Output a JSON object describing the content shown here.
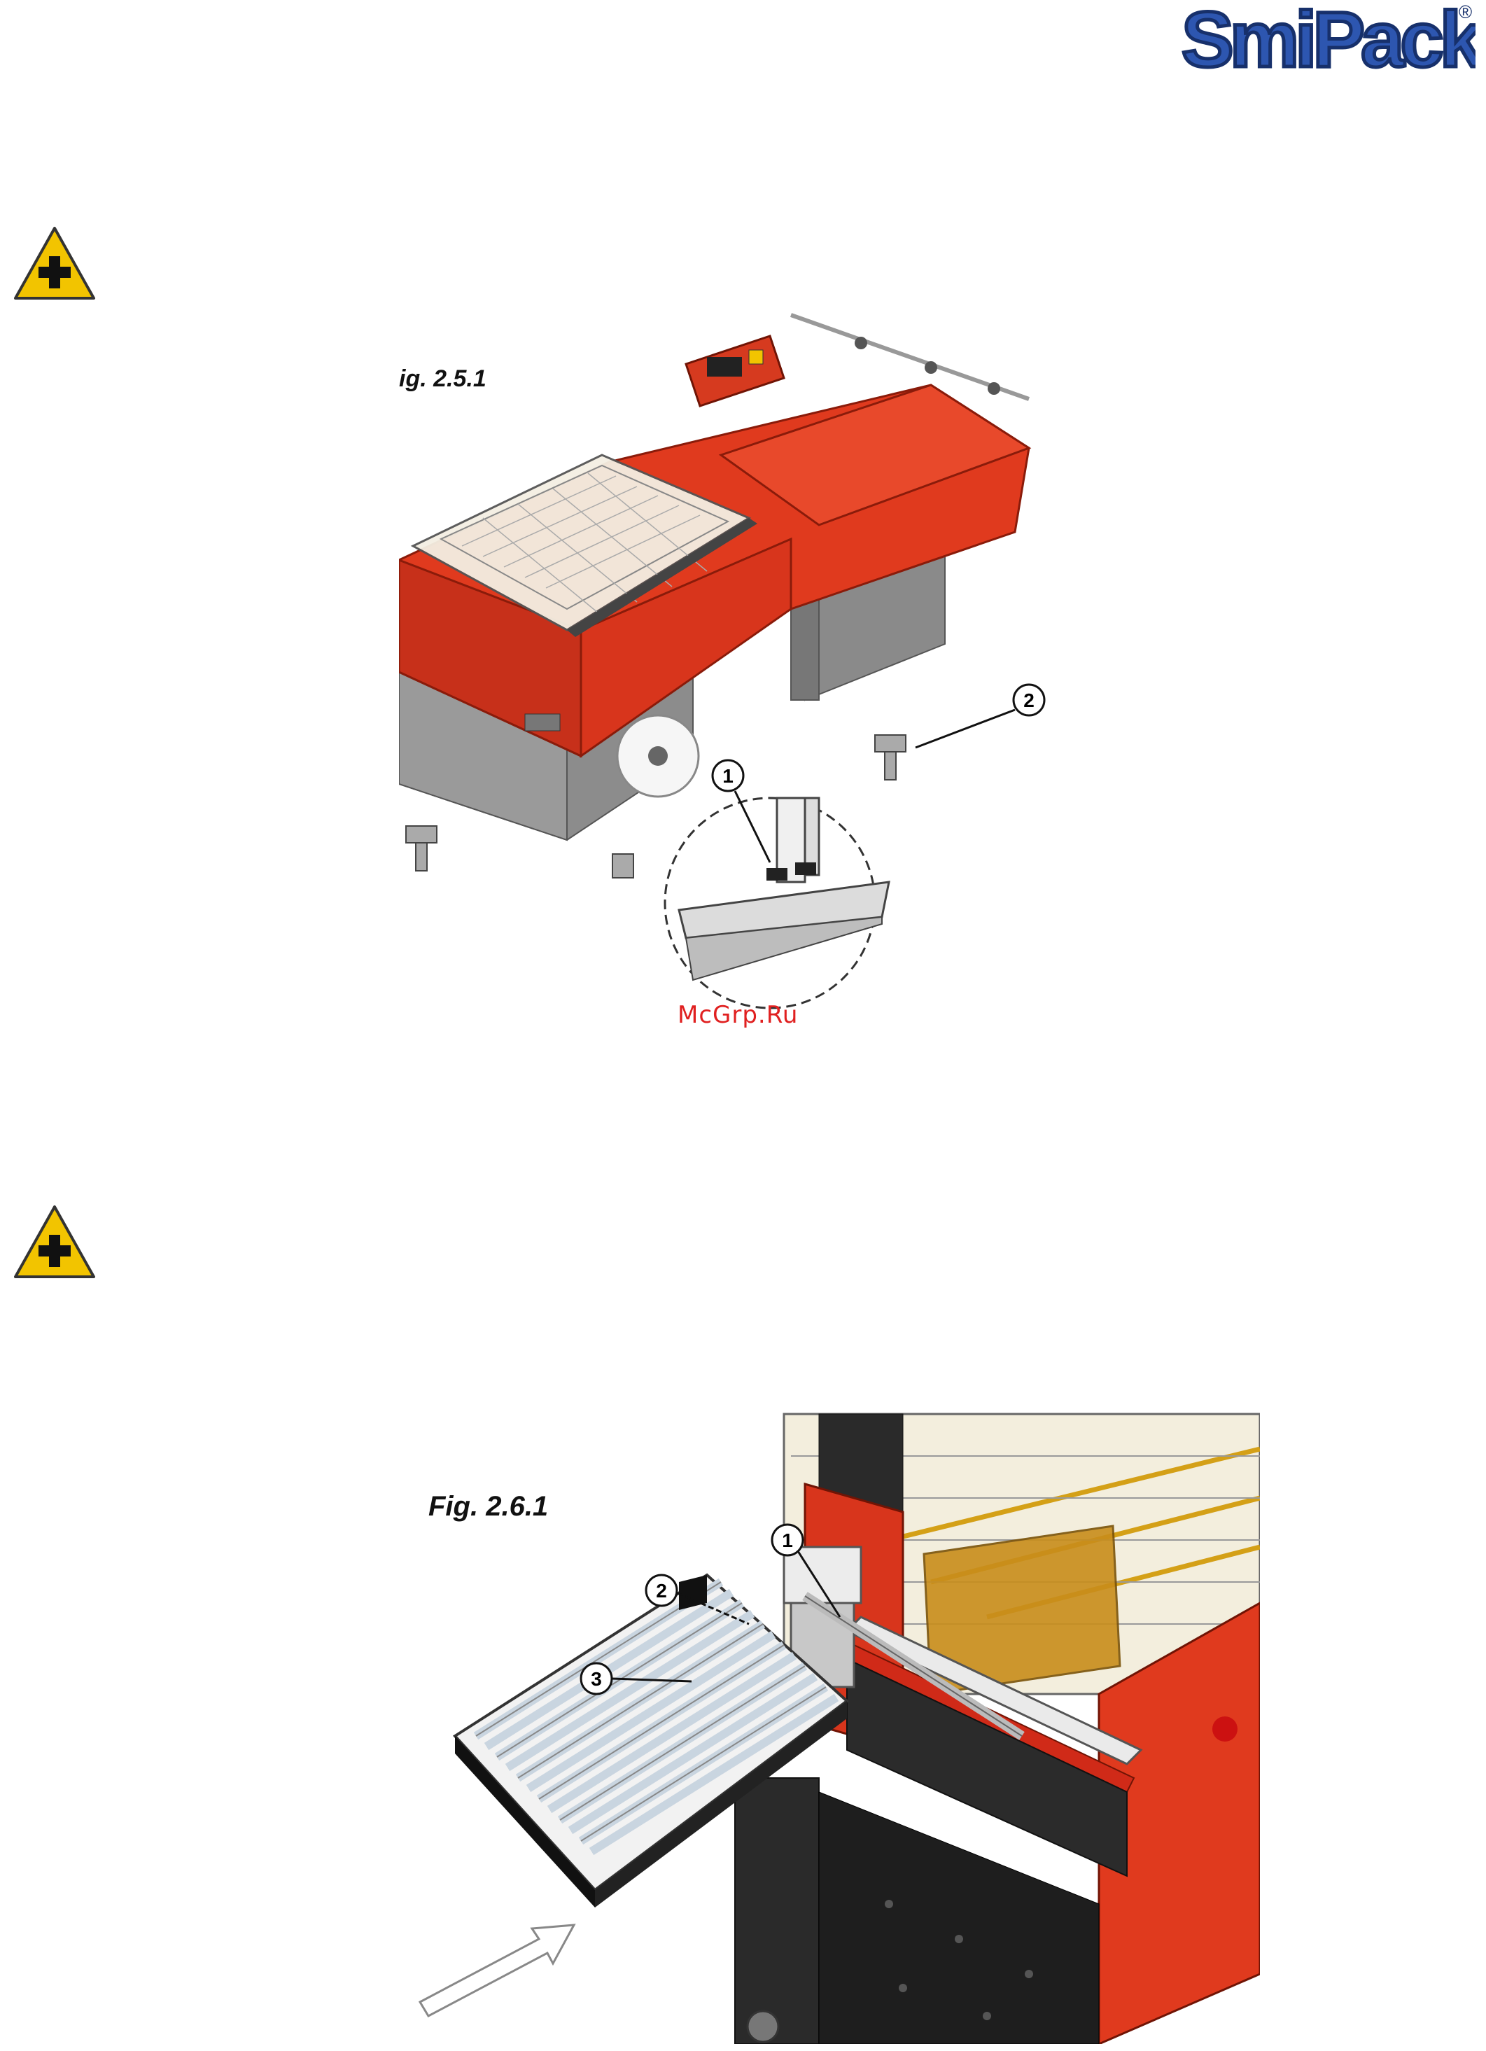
{
  "header": {
    "logo_text": "SmiPack",
    "logo_registered": "®"
  },
  "figure_1": {
    "caption": "ig. 2.5.1",
    "callouts": [
      "1",
      "2"
    ]
  },
  "figure_2": {
    "caption": "Fig. 2.6.1",
    "callouts": [
      "1",
      "2",
      "3"
    ]
  },
  "watermark": "McGrp.Ru",
  "colors": {
    "machine_red": "#e03a1e",
    "logo_blue": "#1f3f8f",
    "logo_fill": "#2d56b0",
    "warning_yellow": "#f2c400",
    "steel_gray": "#8a8a8a"
  },
  "icons": {
    "warning": "warning-plus-icon"
  }
}
